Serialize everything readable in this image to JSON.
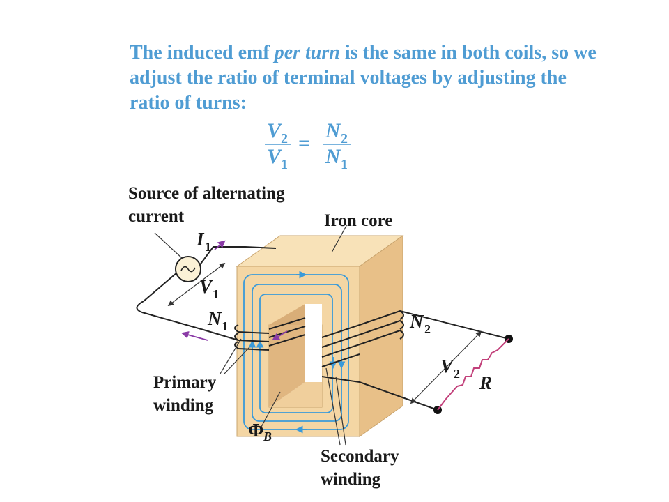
{
  "caption": {
    "part1": "The induced emf ",
    "part2_italic": "per turn",
    "part3": " is the same in both coils, so we adjust the ratio of terminal voltages by adjusting the ratio of turns:"
  },
  "equation": {
    "num_left": "V",
    "num_left_sub": "2",
    "den_left": "V",
    "den_left_sub": "1",
    "equals": "=",
    "num_right": "N",
    "num_right_sub": "2",
    "den_right": "N",
    "den_right_sub": "1"
  },
  "labels": {
    "source_line1": "Source of alternating",
    "source_line2": "current",
    "iron_core": "Iron core",
    "primary_line1": "Primary",
    "primary_line2": "winding",
    "secondary_line1": "Secondary",
    "secondary_line2": "winding"
  },
  "symbols": {
    "current": "I",
    "current_sub": "1",
    "v1": "V",
    "v1_sub": "1",
    "n1": "N",
    "n1_sub": "1",
    "n2": "N",
    "n2_sub": "2",
    "v2": "V",
    "v2_sub": "2",
    "resistor": "R",
    "flux": "Φ",
    "flux_sub": "B"
  },
  "colors": {
    "caption": "#4f9cd3",
    "core_front": "#f4d6a4",
    "core_top": "#f8e2b8",
    "core_side": "#e8c088",
    "flux_lines": "#3a9ad9",
    "arrows": "#8a3aa6",
    "resistor": "#c2407a"
  }
}
